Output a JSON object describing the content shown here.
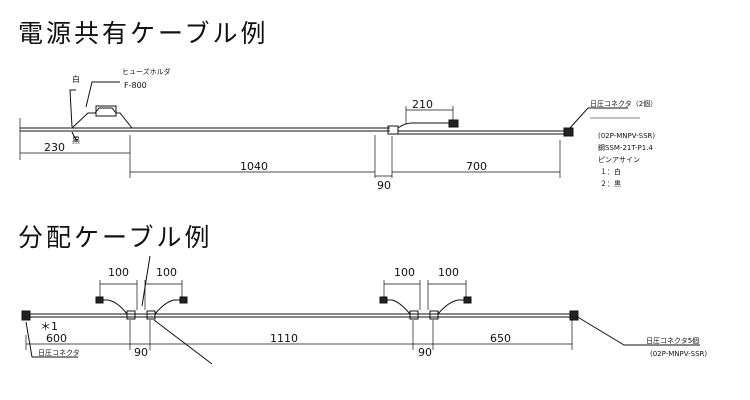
{
  "sections": [
    {
      "title": "電源共有ケーブル例",
      "labels": {
        "white": "白",
        "black": "黒",
        "fuse_holder": "ヒューズホルダ",
        "fuse_model": "F-800",
        "connector": "日圧コネクタ（2個）",
        "connector_spec": "(02P-MNPV-SSR)",
        "cable_spec": "鋼SSM-21T-P1.4",
        "pin_assign": "ピンアサイン",
        "pin1": "１：白",
        "pin2": "２：黒"
      },
      "dimensions": {
        "d230": "230",
        "d1040": "1040",
        "d90": "90",
        "d210": "210",
        "d700": "700"
      }
    },
    {
      "title": "分配ケーブル例",
      "labels": {
        "note": "＊1",
        "connector_left": "日圧コネクタ",
        "connector_right": "日圧コネクタ5個",
        "connector_spec": "(02P-MNPV-SSR)"
      },
      "dimensions": {
        "d100a": "100",
        "d100b": "100",
        "d100c": "100",
        "d100d": "100",
        "d600": "600",
        "d90a": "90",
        "d1110": "1110",
        "d90b": "90",
        "d650": "650"
      }
    }
  ]
}
